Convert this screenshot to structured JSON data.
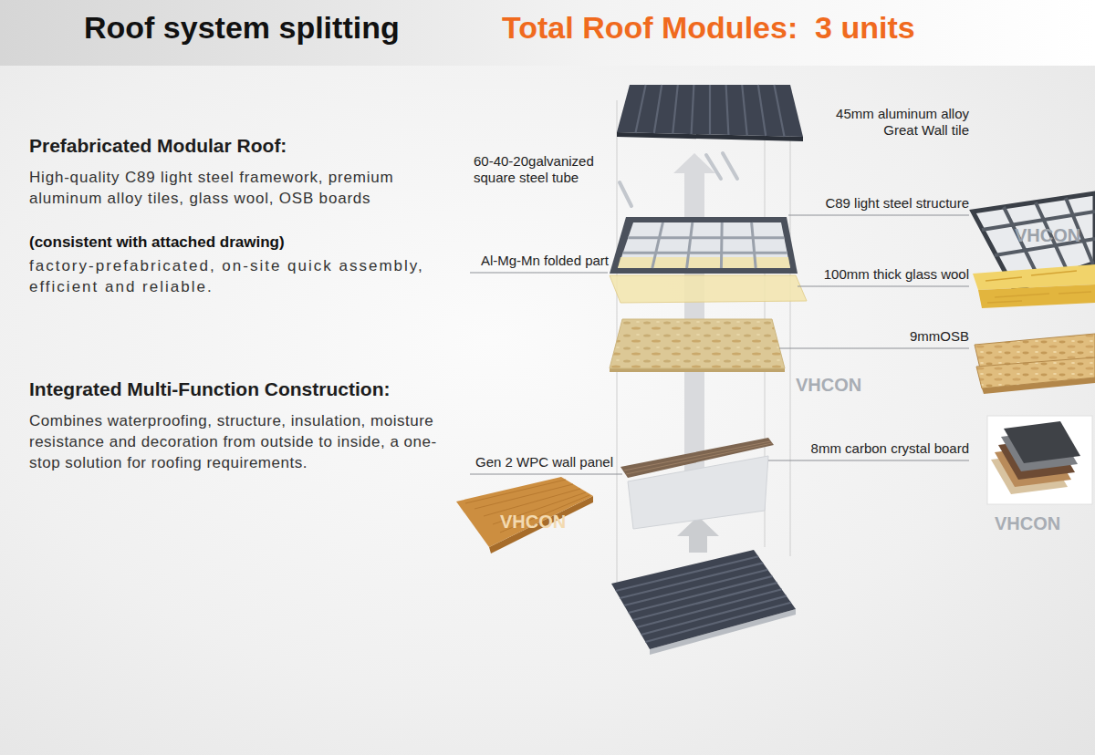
{
  "diagram": {
    "title": "Roof system splitting",
    "labels": [
      "Total Roof Modules:  3 units",
      "Prefabricated Modular Roof:",
      "High-quality C89 light steel framework, premium aluminum alloy tiles, glass wool, OSB boards",
      "(consistent with attached drawing)",
      "factory-prefabricated, on-site quick assembly, efficient and reliable.",
      "Integrated Multi-Function Construction:",
      "Combines waterproofing, structure, insulation, moisture resistance and decoration from outside to inside, a one-stop solution for roofing requirements.",
      "45mm aluminum alloy Great Wall tile",
      "60-40-20galvanized square steel tube",
      "C89 light steel structure",
      "Al-Mg-Mn folded part",
      "100mm thick glass wool",
      "9mmOSB",
      "8mm carbon crystal board",
      "Gen 2 WPC wall panel",
      "VHCON",
      "VHCON",
      "VHCON",
      "VHCON"
    ]
  }
}
